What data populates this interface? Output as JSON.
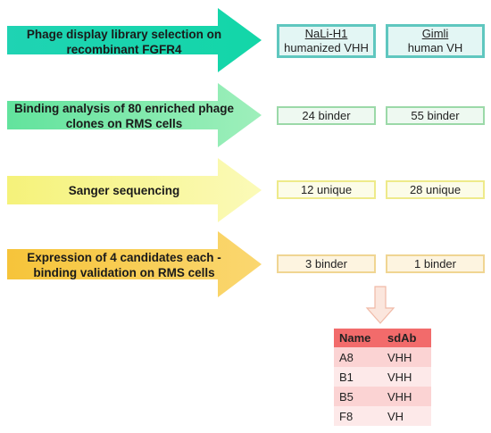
{
  "steps": [
    {
      "line1": "Phage display library selection on",
      "line2": "recombinant FGFR4",
      "color": "#1fd3b3"
    },
    {
      "line1": "Binding analysis of 80 enriched phage",
      "line2": "clones on RMS cells",
      "color": "#7fe8a9"
    },
    {
      "line1": "Sanger sequencing",
      "line2": "",
      "color": "#f7f59a"
    },
    {
      "line1": "Expression of 4 candidates each -",
      "line2": "binding validation on RMS cells",
      "color": "#f7c842"
    }
  ],
  "libraries": {
    "nali": {
      "name": "NaLi-H1",
      "type": "humanized VHH"
    },
    "gimli": {
      "name": "Gimli",
      "type": "human VH"
    }
  },
  "results": {
    "row1": {
      "nali": "24 binder",
      "gimli": "55 binder"
    },
    "row2": {
      "nali": "12 unique",
      "gimli": "28 unique"
    },
    "row3": {
      "nali": "3 binder",
      "gimli": "1 binder"
    }
  },
  "table": {
    "headers": [
      "Name",
      "sdAb"
    ],
    "rows": [
      [
        "A8",
        "VHH"
      ],
      [
        "B1",
        "VHH"
      ],
      [
        "B5",
        "VHH"
      ],
      [
        "F8",
        "VH"
      ]
    ]
  },
  "colors": {
    "teal_border": "#5fc7bf",
    "teal_fill": "#e3f6f4",
    "green_border": "#9bd9a8",
    "green_fill": "#eef9f1",
    "yellow_border": "#eeea8a",
    "yellow_fill": "#fcfce8",
    "orange_border": "#f0d592",
    "orange_fill": "#fdf4e0",
    "down_arrow": "#f3c2b2",
    "table_header": "#f26b6b"
  }
}
